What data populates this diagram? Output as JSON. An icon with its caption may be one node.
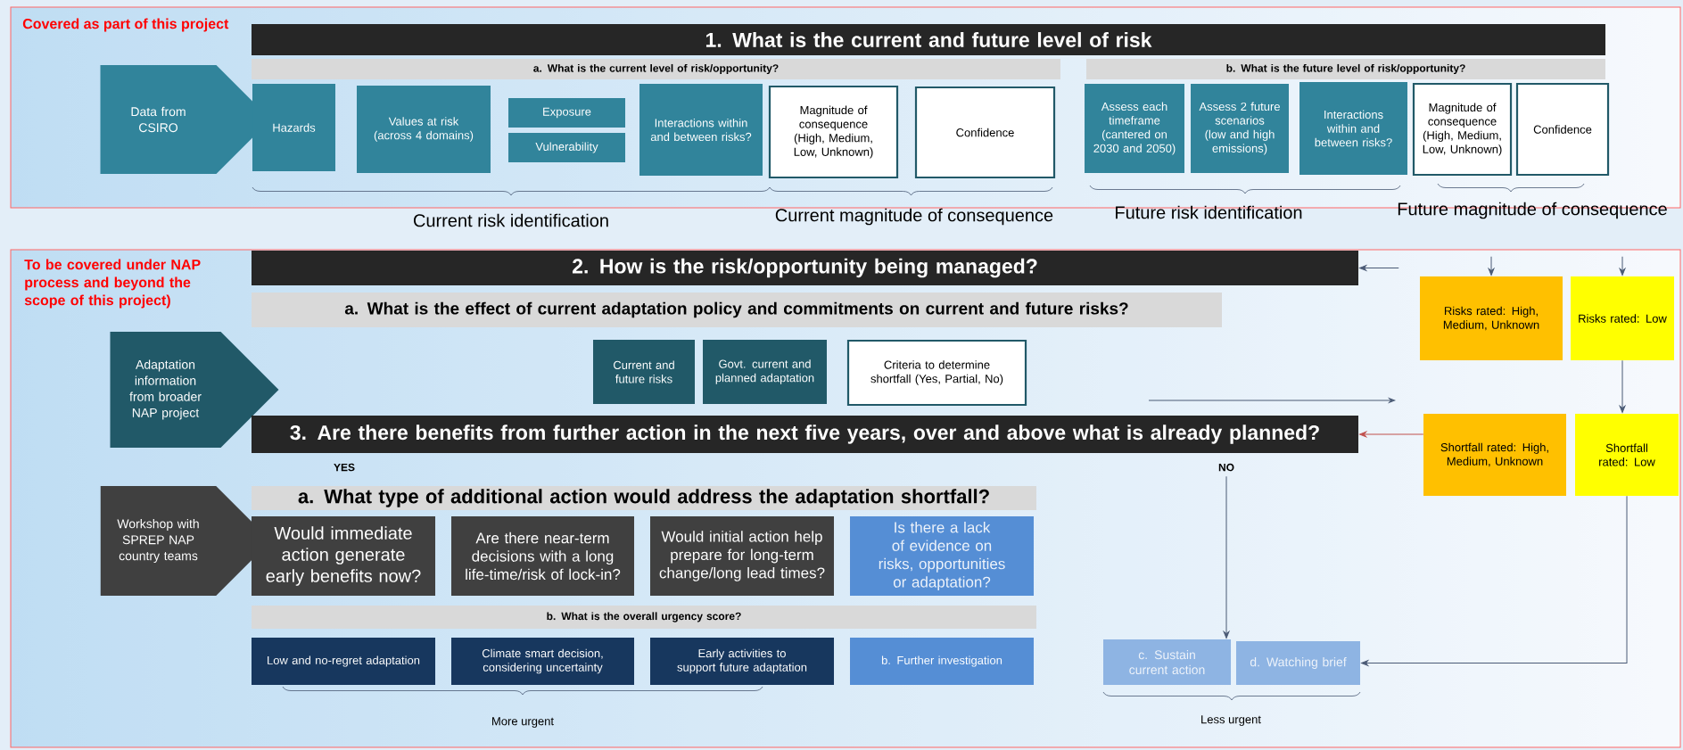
{
  "diagram": {
    "nodes": [
      {
        "text": [
          "1. What is the current and future level of risk"
        ]
      },
      {
        "text": [
          "a. What is the current level of risk/opportunity?"
        ]
      },
      {
        "text": [
          "b. What is the future level of risk/opportunity?"
        ]
      },
      {
        "text": [
          "Data from CSIRO"
        ]
      },
      {
        "text": [
          "Hazards"
        ]
      },
      {
        "text": [
          "Values at risk (across 4 domains)"
        ]
      },
      {
        "text": [
          "Exposure"
        ]
      },
      {
        "text": [
          "Vulnerability"
        ]
      },
      {
        "text": [
          "Interactions within and between risks?"
        ]
      },
      {
        "text": [
          "Magnitude of consequence (High, Medium, Low, Unknown)"
        ]
      },
      {
        "text": [
          "Confidence"
        ]
      },
      {
        "text": [
          "Assess each timeframe (cantered on 2030 and 2050)"
        ]
      },
      {
        "text": [
          "Assess 2 future scenarios (low and high emissions)"
        ]
      },
      {
        "text": [
          "Interactions within and between risks?"
        ]
      },
      {
        "text": [
          "Magnitude of consequence (High, Medium, Low, Unknown)"
        ]
      },
      {
        "text": [
          "Confidence"
        ]
      },
      {
        "text": [
          "2. How is the risk/opportunity being managed?"
        ]
      },
      {
        "text": [
          "Risks rated: High, Medium, Unknown"
        ]
      },
      {
        "text": [
          "Risks rated: Low"
        ]
      },
      {
        "text": [
          "a. What is the effect of current adaptation policy and commitments on current and future risks?"
        ]
      },
      {
        "text": [
          "Adaptation information from broader NAP project"
        ]
      },
      {
        "text": [
          "Current and future risks"
        ]
      },
      {
        "text": [
          "Govt. current and planned adaptation"
        ]
      },
      {
        "text": [
          "Criteria to determine shortfall (Yes, Partial, No)"
        ]
      },
      {
        "text": [
          "3. Are there benefits from further action in the next five years, over and above what is already planned?"
        ]
      },
      {
        "text": [
          "Shortfall rated: High, Medium, Unknown"
        ]
      },
      {
        "text": [
          "Shortfall rated: Low"
        ]
      },
      {
        "text": [
          "NO"
        ]
      },
      {
        "text": [
          "Workshop with SPREP NAP country teams"
        ]
      },
      {
        "text": [
          "a. What type of additional action would address the adaptation shortfall?"
        ]
      },
      {
        "text": [
          "Would immediate action generate early benefits now?"
        ]
      },
      {
        "text": [
          "Are there near-term decisions with a long life-time/risk of lock-in?"
        ]
      },
      {
        "text": [
          "Would initial action help prepare for long-term change/long lead times?"
        ]
      },
      {
        "text": [
          "Is there a lack of evidence on risks, opportunities or adaptation?"
        ]
      },
      {
        "text": [
          "b. What is the overall urgency score?"
        ]
      },
      {
        "text": [
          "Low and no-regret adaptation"
        ]
      },
      {
        "text": [
          "Climate smart decision, considering uncertainty"
        ]
      },
      {
        "text": [
          "Early activities to support future adaptation"
        ]
      },
      {
        "text": [
          "b. Further investigation"
        ]
      },
      {
        "text": [
          "c. Sustain current action"
        ]
      },
      {
        "text": [
          "d. Watching brief"
        ]
      }
    ],
    "edges": [
      {
        "from": null,
        "to": 17,
        "arrow": "to"
      },
      {
        "from": null,
        "to": 18,
        "arrow": "to"
      },
      {
        "from": null,
        "to": 16,
        "arrow": "to"
      },
      {
        "from": 18,
        "to": 26,
        "arrow": "to"
      },
      {
        "from": 25,
        "to": 24,
        "arrow": "to",
        "color": "#c0504d"
      },
      {
        "from": 27,
        "to": 39,
        "arrow": "to"
      },
      {
        "from": 26,
        "to": 40,
        "arrow": "to"
      }
    ],
    "labels": [
      "Covered as part of this project",
      "Current risk identification",
      "Current magnitude of consequence",
      "Future risk identification",
      "Future magnitude of consequence",
      "To be covered under NAP process and beyond the scope of this project)",
      "YES",
      "More urgent",
      "Less urgent"
    ]
  }
}
